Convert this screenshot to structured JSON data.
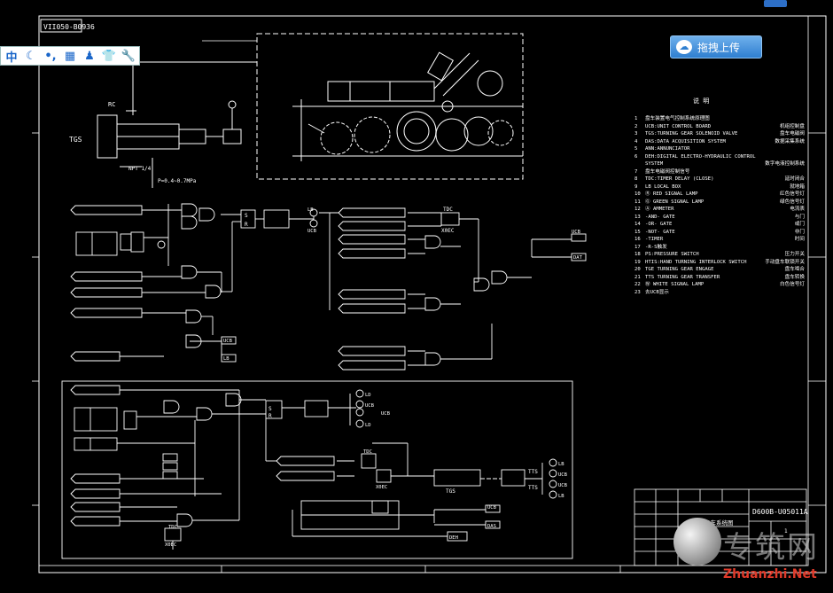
{
  "drawing_id": "VII050-B0936",
  "upload_button": {
    "label": "拖拽上传"
  },
  "ime_toolbar": {
    "items": [
      "中",
      "☾",
      "•,",
      "▦",
      "♟",
      "👕",
      "🔧"
    ]
  },
  "labels": {
    "tgs": "TGS",
    "rc": "RC",
    "npt": "NPT 1/4",
    "pressure": "P=0.4~0.7MPa",
    "sr1": "S",
    "sr2": "R",
    "kr1": "S",
    "kr2": "R",
    "tdc": "TDC",
    "xsec_a": "X0EC",
    "ucb1": "UCB",
    "dat1": "DAT",
    "lb_a": "LB",
    "ucb_a": "UCB",
    "ucb_b": "UCB",
    "lb_b": "LB",
    "ld1": "LD",
    "ld2": "LD",
    "ucb_c": "UCB",
    "ucb_d": "UCB",
    "ld3": "LD",
    "tts1": "TTS",
    "tts2": "TTS",
    "lb_c": "LB",
    "ucb_e": "UCB",
    "ucb_f": "UCB",
    "lb_d": "LB",
    "deh": "DEH",
    "dat2": "DAS",
    "ucb_g": "UCB",
    "tgs2": "TGS",
    "bottom_tdc": "TDC",
    "bottom_xsec": "X0EC",
    "mid_tdc": "TDC",
    "mid_xsec": "X0EC"
  },
  "legend": {
    "title": "说  明",
    "items": [
      {
        "n": "1",
        "text": "盘车装置电气控制系统原理图",
        "note": ""
      },
      {
        "n": "2",
        "text": "UCB:UNIT CONTROL BOARD",
        "note": "机组控制盘"
      },
      {
        "n": "3",
        "text": "TGS:TURNING GEAR SOLENOID VALVE",
        "note": "盘车电磁阀"
      },
      {
        "n": "4",
        "text": "DAS:DATA ACQUISITION SYSTEM",
        "note": "数据采集系统"
      },
      {
        "n": "5",
        "text": "ANN:ANNUNCIATOR",
        "note": ""
      },
      {
        "n": "6",
        "text": "DEH:DIGITAL ELECTRO-HYDRAULIC CONTROL",
        "note": ""
      },
      {
        "n": "",
        "text": "SYSTEM",
        "note": "数字电液控制系统"
      },
      {
        "n": "7",
        "text": "盘车电磁阀控制信号",
        "note": ""
      },
      {
        "n": "8",
        "text": "TDC:TIMER DELAY (CLOSE)",
        "note": "延时闭合"
      },
      {
        "n": "9",
        "text": "LB LOCAL BOX",
        "note": "就地箱"
      },
      {
        "n": "10",
        "text": "Ⓡ RED SIGNAL LAMP",
        "note": "红色信号灯"
      },
      {
        "n": "11",
        "text": "Ⓖ GREEN SIGNAL LAMP",
        "note": "绿色信号灯"
      },
      {
        "n": "12",
        "text": "Ⓐ AMMETER",
        "note": "电流表"
      },
      {
        "n": "13",
        "text": "-AND- GATE",
        "note": "与门"
      },
      {
        "n": "14",
        "text": "-OR- GATE",
        "note": "或门"
      },
      {
        "n": "15",
        "text": "-NOT- GATE",
        "note": "非门"
      },
      {
        "n": "16",
        "text": "-TIMER",
        "note": "时间"
      },
      {
        "n": "17",
        "text": "-R-S触发",
        "note": ""
      },
      {
        "n": "18",
        "text": "PS:PRESSURE SWITCH",
        "note": "压力开关"
      },
      {
        "n": "19",
        "text": "HTIS:HAND TURNING INTERLOCK SWITCH",
        "note": "手动盘车联锁开关"
      },
      {
        "n": "20",
        "text": "TGE TURNING GEAR ENGAGE",
        "note": "盘车啮合"
      },
      {
        "n": "21",
        "text": "TTS TURNING GEAR TRANSFER",
        "note": "盘车转换"
      },
      {
        "n": "22",
        "text": "Ⓦ WHITE SIGNAL LAMP",
        "note": "白色信号灯"
      },
      {
        "n": "23",
        "text": "去UCB显示",
        "note": ""
      }
    ]
  },
  "title_block": {
    "drawing_no": "D600B-U05011A",
    "title": "盘车系统图",
    "sheet": "1"
  },
  "watermark": {
    "text": "专筑网",
    "url": "Zhuanzhi.Net"
  },
  "colors": {
    "line": "#ffffff",
    "background": "#000000",
    "upload": "#2f7fd0"
  }
}
